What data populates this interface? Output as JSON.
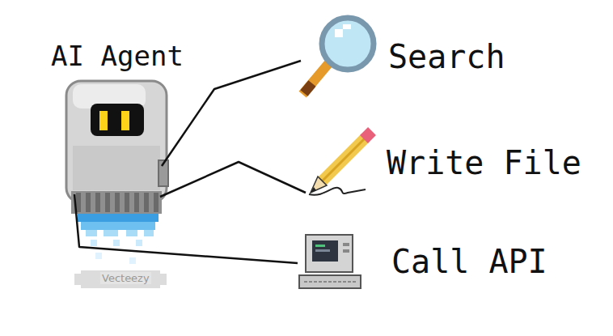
{
  "diagram": {
    "nodes": [
      {
        "text": [
          "AI Agent"
        ]
      },
      {
        "text": [
          "Search"
        ]
      },
      {
        "text": [
          "Write File"
        ]
      },
      {
        "text": [
          "Call API"
        ]
      }
    ],
    "edges": [
      {
        "from": 0,
        "to": 1,
        "arrow": "none"
      },
      {
        "from": 0,
        "to": 2,
        "arrow": "none"
      },
      {
        "from": 0,
        "to": 3,
        "arrow": "none"
      }
    ],
    "labels": [
      "Vecteezy"
    ]
  }
}
